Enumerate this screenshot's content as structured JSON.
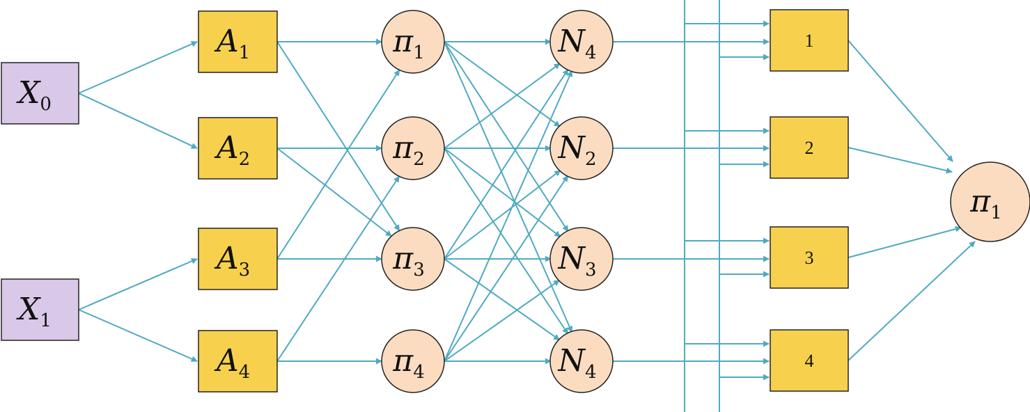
{
  "inputs": [
    {
      "symbol": "X",
      "sub": "0"
    },
    {
      "symbol": "X",
      "sub": "1"
    }
  ],
  "layer_a": [
    {
      "symbol": "A",
      "sub": "1"
    },
    {
      "symbol": "A",
      "sub": "2"
    },
    {
      "symbol": "A",
      "sub": "3"
    },
    {
      "symbol": "A",
      "sub": "4"
    }
  ],
  "layer_pi": [
    {
      "symbol": "π",
      "sub": "1"
    },
    {
      "symbol": "π",
      "sub": "2"
    },
    {
      "symbol": "π",
      "sub": "3"
    },
    {
      "symbol": "π",
      "sub": "4"
    }
  ],
  "layer_n": [
    {
      "symbol": "N",
      "sub": "4"
    },
    {
      "symbol": "N",
      "sub": "2"
    },
    {
      "symbol": "N",
      "sub": "3"
    },
    {
      "symbol": "N",
      "sub": "4"
    }
  ],
  "rule_nodes": [
    {
      "label": "1"
    },
    {
      "label": "2"
    },
    {
      "label": "3"
    },
    {
      "label": "4"
    }
  ],
  "output": {
    "symbol": "π",
    "sub": "1"
  },
  "colors": {
    "edge": "#4eaac2",
    "input_fill": "#d9c8e8",
    "rule_fill": "#f7d14e",
    "circle_fill": "#fbdcc0"
  }
}
